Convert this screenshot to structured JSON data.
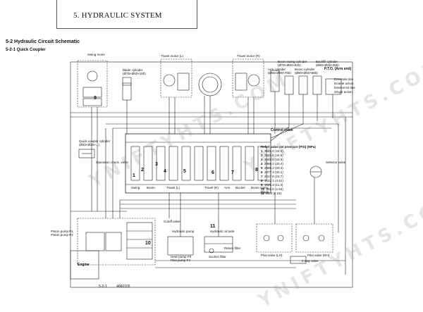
{
  "header": {
    "title": "5. HYDRAULIC SYSTEM"
  },
  "section": {
    "title": "5-2  Hydraulic Circuit Schematic",
    "subtitle": "5-2-1  Quick Coupler"
  },
  "labels": {
    "swing_motor": "Swing motor",
    "travel_motor_l": "Travel motor (L)",
    "travel_motor_r": "Travel motor (R)",
    "boom_swing_cyl": "Boom swing cylinder",
    "boom_swing_dim": "(Ø75×Ø40×515)",
    "backfill_cyl": "Backfill cylinder",
    "backfill_dim": "(Ø90×Ø45×385)",
    "blade_cyl": "Blade cylinder",
    "blade_dim": "(Ø75×Ø40×150)",
    "arm_cyl": "Arm cylinder",
    "arm_dim": "(Ø85×Ø50×765)",
    "boom_cyl": "Boom cylinder",
    "boom_dim": "(Ø90×Ø50×680)",
    "pto": "P.T.O. (Arm end)",
    "pto_a": "Externals line",
    "pto_b": "Double action",
    "pto_c": "Exterior'ed line",
    "pto_d": "Single action",
    "control_valve": "Control valve",
    "quick_cyl": "Quick coupler cylinder",
    "quick_cyl_dim": "(Ø40×Ø25×...)",
    "operation_check": "Operation check. valve",
    "selector_valve": "Selector valve",
    "relief_title": "Relief valve set pressure [PSI] (MPa)",
    "cutoff_valve": "Cutoff valve",
    "hydraulic_pump": "Hydraulic pump",
    "piston_pump_p1": "Piston pump P1",
    "piston_pump_p2": "Piston pump P2",
    "gear_pump_p3": "Gear pump P3",
    "pilot_pump": "Pilot pump P4",
    "hydraulic_tank": "Hydraulic oil tank",
    "return_filter": "Return filter",
    "suction_filter": "Suction filter",
    "pilot_valve_lh": "Pilot valve (LH)",
    "pilot_valve_rh": "Pilot valve (RH)",
    "two_way_valve": "2 way valve",
    "engine": "Engine",
    "swing_sec": "Swing",
    "boom_sec": "Boom",
    "travel_l_sec": "Travel (L)",
    "travel_r_sec": "Travel (R)",
    "arm_sec": "Arm",
    "bucket_sec": "Bucket",
    "blade_sec": "Blade",
    "boom_swing_sec": "Boom swing"
  },
  "relief_values": [
    {
      "n": "1",
      "v": "3555.0 (24.5)"
    },
    {
      "n": "2",
      "v": "3555.0 (24.5)"
    },
    {
      "n": "3",
      "v": "3555.0 (24.5)"
    },
    {
      "n": "4",
      "v": "2966.2 (20.4)"
    },
    {
      "n": "5",
      "v": "2966.2 (20.4)"
    },
    {
      "n": "6",
      "v": "2377.4 (20.1)"
    },
    {
      "n": "7",
      "v": "2417.6 (16.7)"
    },
    {
      "n": "8",
      "v": "1622.1 (4.61)"
    },
    {
      "n": "9",
      "v": "1635.3 (11.3)"
    },
    {
      "n": "10",
      "v": "426.6 (2.94)"
    },
    {
      "n": "11",
      "v": "21.3 (0.15)"
    }
  ],
  "callouts": [
    "1",
    "2",
    "3",
    "4",
    "5",
    "6",
    "7",
    "8",
    "9",
    "10",
    "11"
  ],
  "footer": {
    "page": "5-2-1",
    "code": "4660103"
  },
  "watermark": "YNIFTYHTS.COM"
}
